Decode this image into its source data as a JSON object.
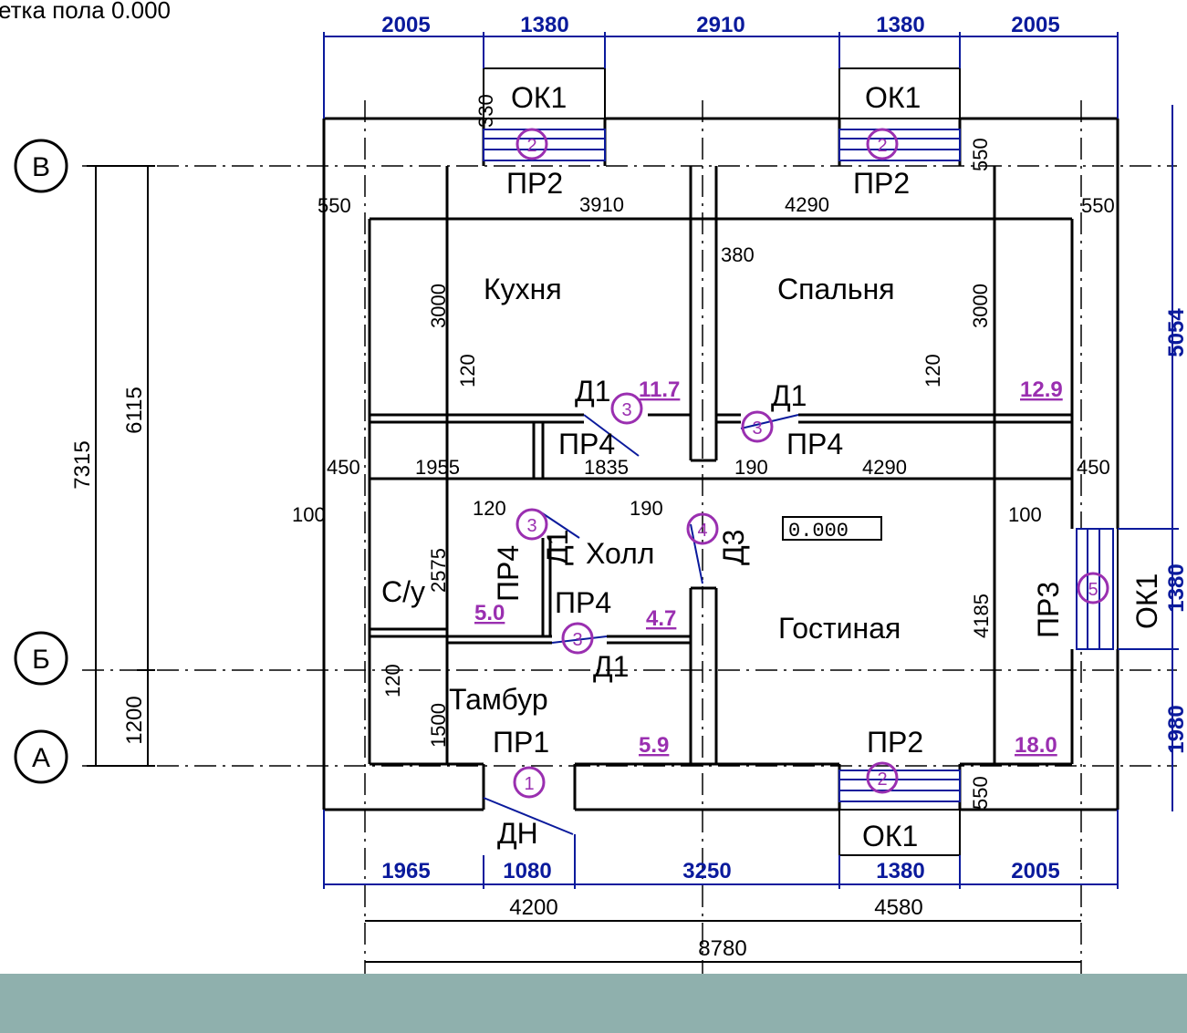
{
  "header": {
    "floor_mark_text": "етка пола 0.000"
  },
  "colors": {
    "walls": "#000000",
    "dimensions": "#0a1a9c",
    "tags": "#9a2fb0",
    "footer": "#8fb0ad"
  },
  "axes": {
    "rows": [
      {
        "id": "row-v",
        "label": "В"
      },
      {
        "id": "row-b",
        "label": "Б"
      },
      {
        "id": "row-a",
        "label": "А"
      }
    ],
    "cols": [
      {
        "id": "col-1",
        "label": "1"
      },
      {
        "id": "col-2",
        "label": "2"
      },
      {
        "id": "col-3",
        "label": "3"
      }
    ]
  },
  "rooms": [
    {
      "id": "kitchen",
      "name": "Кухня",
      "area": "11.7"
    },
    {
      "id": "bedroom",
      "name": "Спальня",
      "area": "12.9"
    },
    {
      "id": "hall",
      "name": "Холл",
      "area": "4.7"
    },
    {
      "id": "bath",
      "name": "С/у",
      "area": "5.0"
    },
    {
      "id": "vestibule",
      "name": "Тамбур",
      "area": "5.9"
    },
    {
      "id": "living",
      "name": "Гостиная",
      "area": "18.0"
    }
  ],
  "floor_level": "0.000",
  "elements": {
    "window": "ОК1",
    "door_main": "ДН",
    "door_inner": "Д1",
    "door_living": "Д3",
    "door_bath": "Д1",
    "lintel_1": "ПР1",
    "lintel_2": "ПР2",
    "lintel_3": "ПР3",
    "lintel_4": "ПР4"
  },
  "markers": [
    "1",
    "2",
    "3",
    "4",
    "5"
  ],
  "dimensions": {
    "top": [
      "2005",
      "1380",
      "2910",
      "1380",
      "2005"
    ],
    "bottom": [
      "1965",
      "1080",
      "3250",
      "1380",
      "2005"
    ],
    "bottom_axes": [
      "4200",
      "4580"
    ],
    "bottom_total": "8780",
    "left_total": "7315",
    "left_vb": "6115",
    "left_ba": "1200",
    "right_top": "5054",
    "right_window": "1380",
    "right_bottom": "1980",
    "wall_550": "550",
    "wall_450": "450",
    "wall_100": "100",
    "wall_120": "120",
    "wall_190": "190",
    "wall_380": "380",
    "wall_330": "330",
    "room_3910": "3910",
    "room_4290": "4290",
    "room_3000": "3000",
    "room_1955": "1955",
    "room_1835": "1835",
    "room_2575": "2575",
    "room_4185": "4185",
    "room_1500": "1500"
  }
}
